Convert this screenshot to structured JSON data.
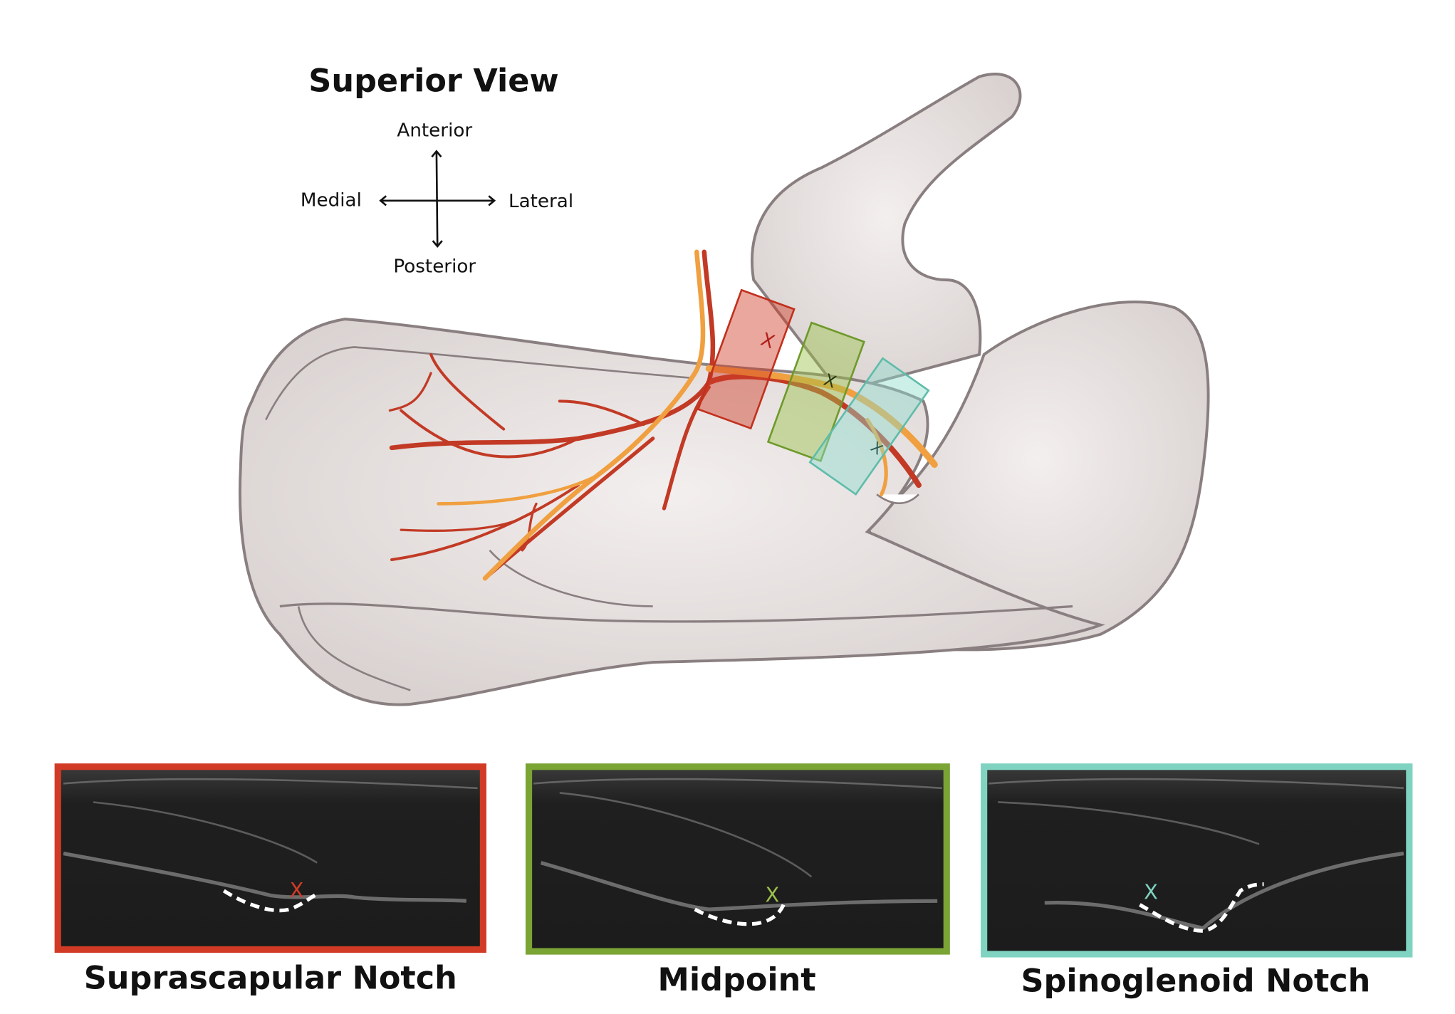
{
  "title": "Superior View",
  "orientation": {
    "anterior": "Anterior",
    "posterior": "Posterior",
    "medial": "Medial",
    "lateral": "Lateral"
  },
  "colors": {
    "suprascapular": "#d13b26",
    "midpoint": "#7aa434",
    "spinoglenoid": "#7fd3c0",
    "artery": "#c23a25",
    "nerve": "#f0a040",
    "bone": "#e4dfdd",
    "bone_outline": "#8a7f80"
  },
  "panels": [
    {
      "label": "Suprascapular Notch",
      "marker": "X"
    },
    {
      "label": "Midpoint",
      "marker": "X"
    },
    {
      "label": "Spinoglenoid Notch",
      "marker": "X"
    }
  ]
}
